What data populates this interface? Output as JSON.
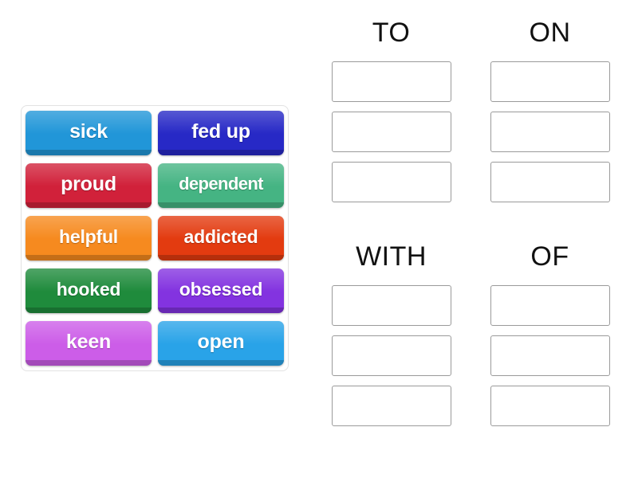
{
  "background_color": "#ffffff",
  "word_bank": {
    "name": "word-bank",
    "border_color": "#e2e2e2",
    "rows": [
      [
        {
          "label": "sick",
          "color": "#2196d8",
          "size": "normal"
        },
        {
          "label": "fed up",
          "color": "#2729c6",
          "size": "normal"
        }
      ],
      [
        {
          "label": "proud",
          "color": "#d1213a",
          "size": "normal"
        },
        {
          "label": "dependent",
          "color": "#45b483",
          "size": "shrink2"
        }
      ],
      [
        {
          "label": "helpful",
          "color": "#f68a1f",
          "size": "shrink"
        },
        {
          "label": "addicted",
          "color": "#e33b10",
          "size": "shrink"
        }
      ],
      [
        {
          "label": "hooked",
          "color": "#1f8b3c",
          "size": "shrink"
        },
        {
          "label": "obsessed",
          "color": "#8333e0",
          "size": "shrink"
        }
      ],
      [
        {
          "label": "keen",
          "color": "#cc5de8",
          "size": "normal"
        },
        {
          "label": "open",
          "color": "#29a3e8",
          "size": "normal"
        }
      ]
    ]
  },
  "categories": [
    {
      "title": "TO",
      "dropzone_count": 3
    },
    {
      "title": "ON",
      "dropzone_count": 3
    },
    {
      "title": "WITH",
      "dropzone_count": 3
    },
    {
      "title": "OF",
      "dropzone_count": 3
    }
  ]
}
